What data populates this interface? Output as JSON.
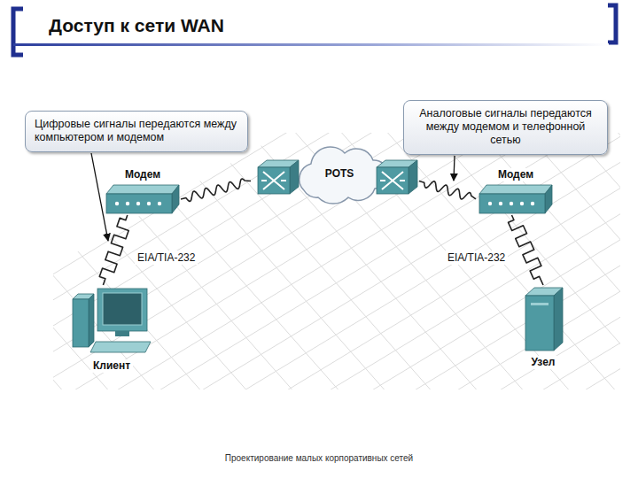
{
  "diagram": {
    "title": "Доступ к сети WAN",
    "caption": "Проектирование малых корпоративных сетей",
    "nodes": [
      {
        "text": [
          "Цифровые сигналы передаются между компьютером и модемом"
        ]
      },
      {
        "text": [
          "Аналоговые сигналы передаются между модемом и телефонной сетью"
        ]
      },
      {
        "text": [
          "Модем"
        ]
      },
      {
        "text": [
          "POTS"
        ]
      },
      {
        "text": [
          "Модем"
        ]
      },
      {
        "text": [
          "Клиент"
        ]
      },
      {
        "text": [
          "Узел"
        ]
      }
    ],
    "edges": [
      {
        "from": 2,
        "to": 3,
        "arrow": "none"
      },
      {
        "from": 3,
        "to": 4,
        "arrow": "none"
      },
      {
        "from": 2,
        "to": 5,
        "label": "EIA/TIA-232",
        "arrow": "none"
      },
      {
        "from": 4,
        "to": 6,
        "label": "EIA/TIA-232",
        "arrow": "none"
      }
    ]
  }
}
